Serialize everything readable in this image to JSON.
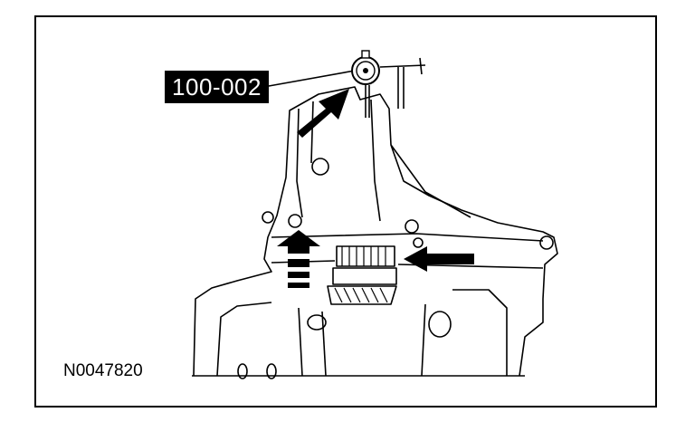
{
  "figure": {
    "callout_label": "100-002",
    "figure_id": "N0047820"
  },
  "illustration": {
    "subject": "transmission case with dial indicator gauge",
    "stroke_color": "#000000",
    "background_color": "#ffffff",
    "callout_fill": "#000000",
    "callout_text_color": "#ffffff"
  }
}
